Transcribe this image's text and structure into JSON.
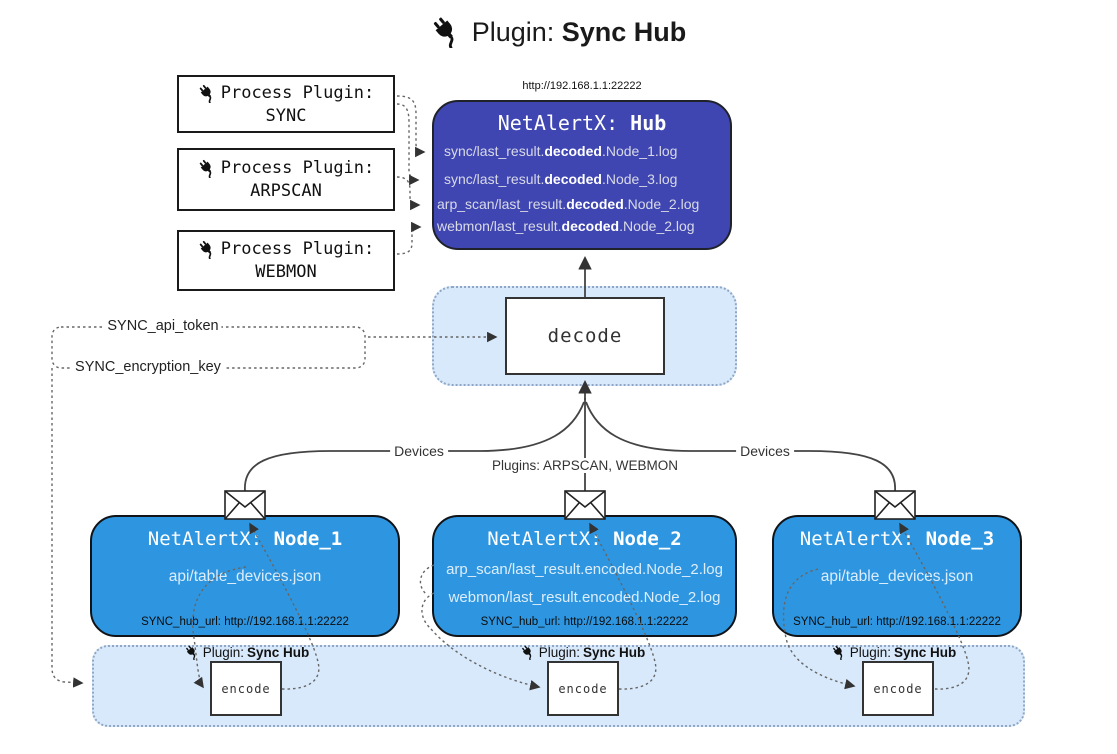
{
  "title": {
    "icon": "electric-plug-icon",
    "prefix": "Plugin:",
    "name": "Sync Hub"
  },
  "hub": {
    "url_label": "http://192.168.1.1:22222",
    "title_prefix": "NetAlertX:",
    "title_name": "Hub",
    "logs": [
      {
        "pre": "sync/last_result.",
        "bold": "decoded",
        "post": ".Node_1.log"
      },
      {
        "pre": "sync/last_result.",
        "bold": "decoded",
        "post": ".Node_3.log"
      },
      {
        "pre": "arp_scan/last_result.",
        "bold": "decoded",
        "post": ".Node_2.log"
      },
      {
        "pre": "webmon/last_result.",
        "bold": "decoded",
        "post": ".Node_2.log"
      }
    ]
  },
  "process_plugins": [
    {
      "label": "Process Plugin:",
      "name": "SYNC"
    },
    {
      "label": "Process Plugin:",
      "name": "ARPSCAN"
    },
    {
      "label": "Process Plugin:",
      "name": "WEBMON"
    }
  ],
  "config": {
    "api_token": "SYNC_api_token",
    "encryption_key": "SYNC_encryption_key"
  },
  "decode_box": {
    "label": "decode"
  },
  "edges": {
    "devices_left": "Devices",
    "devices_right": "Devices",
    "plugins_mid": "Plugins: ARPSCAN, WEBMON"
  },
  "nodes": [
    {
      "title_prefix": "NetAlertX:",
      "title_name": "Node_1",
      "files": [
        "api/table_devices.json"
      ],
      "hub_url": "SYNC_hub_url: http://192.168.1.1:22222"
    },
    {
      "title_prefix": "NetAlertX:",
      "title_name": "Node_2",
      "files": [
        "arp_scan/last_result.encoded.Node_2.log",
        "webmon/last_result.encoded.Node_2.log"
      ],
      "hub_url": "SYNC_hub_url: http://192.168.1.1:22222"
    },
    {
      "title_prefix": "NetAlertX:",
      "title_name": "Node_3",
      "files": [
        "api/table_devices.json"
      ],
      "hub_url": "SYNC_hub_url: http://192.168.1.1:22222"
    }
  ],
  "encoders": [
    {
      "plugin_prefix": "Plugin:",
      "plugin_name": "Sync Hub",
      "label": "encode"
    },
    {
      "plugin_prefix": "Plugin:",
      "plugin_name": "Sync Hub",
      "label": "encode"
    },
    {
      "plugin_prefix": "Plugin:",
      "plugin_name": "Sync Hub",
      "label": "encode"
    }
  ],
  "icons": {
    "plug": "electric-plug-icon",
    "envelope": "envelope-icon"
  },
  "colors": {
    "hub_fill": "#3f46b2",
    "node_fill": "#2e96e0",
    "panel_fill": "#d8e9fb",
    "panel_border": "#8fa7c4",
    "line": "#444444",
    "hub_text": "#d9dae6",
    "node_text": "#dcedfb"
  }
}
